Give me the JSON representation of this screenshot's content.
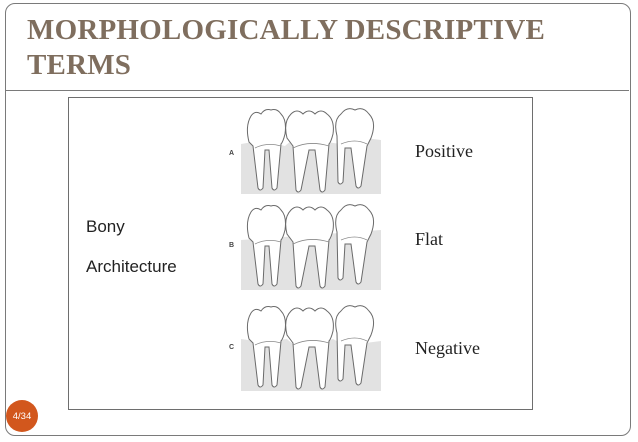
{
  "slide": {
    "title": "MORPHOLOGICALLY  DESCRIPTIVE TERMS",
    "page_number": "4/34"
  },
  "figure": {
    "left_label_line1": "Bony",
    "left_label_line2": "Architecture",
    "panels": [
      {
        "letter": "A",
        "term": "Positive"
      },
      {
        "letter": "B",
        "term": "Flat"
      },
      {
        "letter": "C",
        "term": "Negative"
      }
    ]
  },
  "colors": {
    "title": "#7f6e5e",
    "badge": "#d2571d",
    "bone_fill": "#e2e2e2"
  }
}
